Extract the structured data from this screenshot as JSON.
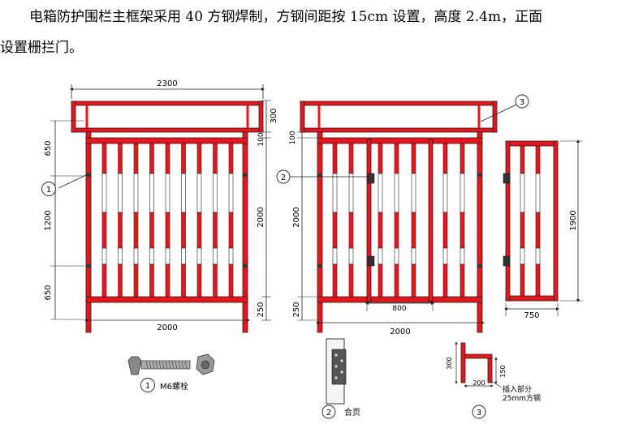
{
  "paragraph": {
    "line1": "电箱防护围栏主框架采用 40 方钢焊制，方钢间距按 15cm 设置，高度 2.4m，正面",
    "line2": "设置栅拦门。"
  },
  "colors": {
    "red": "#e8161c",
    "white": "#ffffff",
    "line": "#222222"
  },
  "front_view": {
    "width_top": "2300",
    "width_bottom": "2000",
    "left_dims": [
      "650",
      "1200",
      "650"
    ],
    "right_dims": [
      "300",
      "100",
      "2000",
      "250"
    ],
    "callout": "1"
  },
  "side_view": {
    "width_bottom": "2000",
    "door_width": "800",
    "left_dims": [
      "100",
      "2000",
      "250"
    ],
    "callout_hinge": "2",
    "callout_top": "3"
  },
  "door_panel": {
    "height": "1900",
    "width": "750"
  },
  "details": {
    "bolt": {
      "num": "1",
      "label": "M6螺栓"
    },
    "hinge": {
      "num": "2",
      "label": "合页"
    },
    "bracket": {
      "num": "3",
      "dim_300": "300",
      "dim_200": "200",
      "dim_150": "150",
      "label_line1": "插入部分",
      "label_line2": "25mm方钢"
    }
  }
}
